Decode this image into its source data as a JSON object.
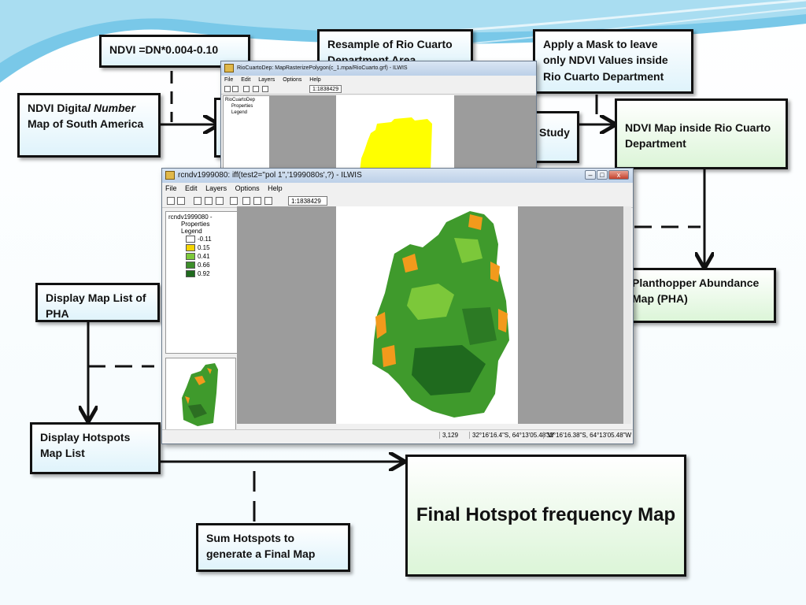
{
  "boxes": {
    "ndvi_formula": "NDVI =DN*0.004-0.10",
    "resample": "Resample of Rio Cuarto Department Area",
    "apply_mask": "Apply a Mask to leave only NDVI Values inside Rio Cuarto Department",
    "digital_number_pre": "NDVI Digita",
    "digital_number_italic": "l Number",
    "digital_number_rest": "Map of South America",
    "study_fragment": "Study",
    "ndvi_map_inside": "NDVI Map  inside Rio Cuarto Department",
    "pha_map": "Planthopper Abundance Map (PHA)",
    "display_pha": "Display Map List of PHA",
    "display_hotspots": "Display Hotspots Map List",
    "final_map": "Final Hotspot frequency Map",
    "sum_hotspots": "Sum Hotspots to generate a Final Map"
  },
  "back_window": {
    "title": "RioCuartoDep: MapRasterizePolygon(c_1.mpa/RioCuarto.grf) - ILWIS",
    "menu": [
      "File",
      "Edit",
      "Layers",
      "Options",
      "Help"
    ],
    "scale": "1:1838429",
    "tree": [
      "RioCuartoDep",
      "Properties",
      "Legend"
    ]
  },
  "front_window": {
    "title": "rcndv1999080: iff(test2=\"pol 1\",'1999080s',?) - ILWIS",
    "menu": [
      "File",
      "Edit",
      "Layers",
      "Options",
      "Help"
    ],
    "scale": "1:1838429",
    "tree_root": "rcndv1999080 -",
    "tree_properties": "Properties",
    "tree_legend": "Legend",
    "legend": [
      {
        "label": "-0.11",
        "color": "#ffffff"
      },
      {
        "label": "0.15",
        "color": "#f5d500"
      },
      {
        "label": "0.41",
        "color": "#7cc83a"
      },
      {
        "label": "0.66",
        "color": "#3c8e2a"
      },
      {
        "label": "0.92",
        "color": "#1f6a1e"
      }
    ],
    "status": [
      "3,129",
      "32°16'16.4\"S, 64°13'05.48\"W",
      "32°16'16.38\"S, 64°13'05.48\"W"
    ]
  },
  "colors": {
    "map_yellow": "#ffff00",
    "map_green": "#3f9a2c",
    "map_orange": "#f29a1c",
    "swoosh_blue": "#6cc6e8"
  }
}
